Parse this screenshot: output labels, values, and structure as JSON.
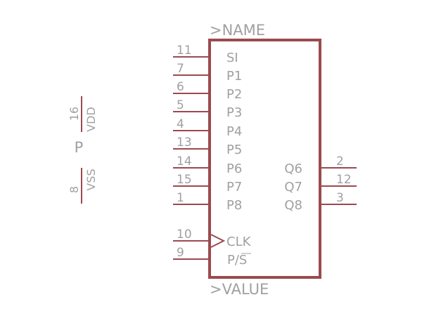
{
  "symbol": {
    "name_attr": ">NAME",
    "value_attr": ">VALUE",
    "power_prefix": "P"
  },
  "left_pins": [
    {
      "num": "11",
      "name": "SI"
    },
    {
      "num": "7",
      "name": "P1"
    },
    {
      "num": "6",
      "name": "P2"
    },
    {
      "num": "5",
      "name": "P3"
    },
    {
      "num": "4",
      "name": "P4"
    },
    {
      "num": "13",
      "name": "P5"
    },
    {
      "num": "14",
      "name": "P6"
    },
    {
      "num": "15",
      "name": "P7"
    },
    {
      "num": "1",
      "name": "P8"
    },
    {
      "num": "10",
      "name": "CLK"
    },
    {
      "num": "9",
      "name": "P/S"
    }
  ],
  "right_pins": [
    {
      "num": "2",
      "name": "Q6"
    },
    {
      "num": "12",
      "name": "Q7"
    },
    {
      "num": "3",
      "name": "Q8"
    }
  ],
  "power_pins": [
    {
      "num": "16",
      "name": "VDD"
    },
    {
      "num": "8",
      "name": "VSS"
    }
  ],
  "colors": {
    "outline": "#9a4a4f",
    "text": "#a0a0a0"
  }
}
